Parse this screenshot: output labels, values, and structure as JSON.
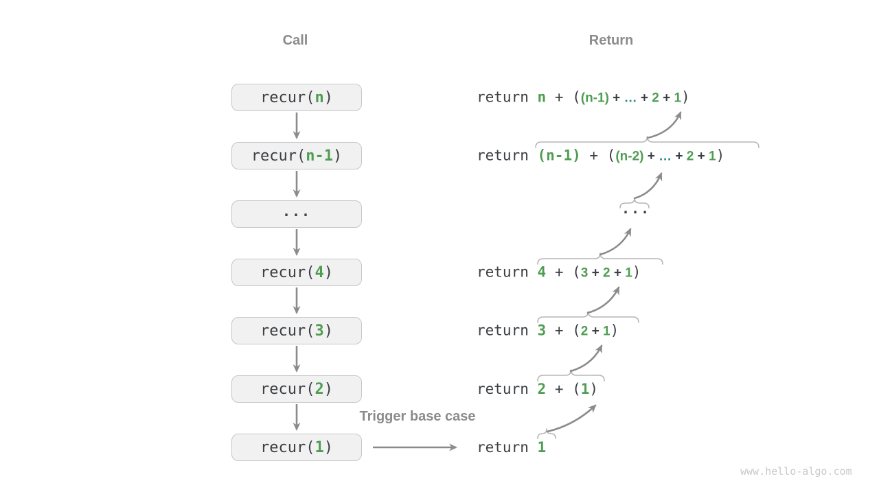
{
  "headers": {
    "call": "Call",
    "return": "Return"
  },
  "labels": {
    "trigger": "Trigger base case"
  },
  "watermark": "www.hello-algo.com",
  "colors": {
    "green": "#4f9d52",
    "teal": "#2d8c89",
    "dark": "#3b3e42",
    "gray": "#8b8b8b",
    "box_bg": "#f1f1f1",
    "box_border": "#c7c7c7",
    "brace": "#b5b5b5",
    "watermark": "#c9c9c9",
    "background": "#ffffff"
  },
  "call_stack": [
    {
      "name": "recur-n",
      "segments": [
        {
          "t": "recur(",
          "c": "mono"
        },
        {
          "t": "n",
          "c": "mono-green"
        },
        {
          "t": ")",
          "c": "mono"
        }
      ]
    },
    {
      "name": "recur-n-1",
      "segments": [
        {
          "t": "recur(",
          "c": "mono"
        },
        {
          "t": "n-1",
          "c": "mono-green"
        },
        {
          "t": ")",
          "c": "mono"
        }
      ]
    },
    {
      "name": "ellipsis",
      "segments": [
        {
          "t": "...",
          "c": "mono-dots"
        }
      ]
    },
    {
      "name": "recur-4",
      "segments": [
        {
          "t": "recur(",
          "c": "mono"
        },
        {
          "t": "4",
          "c": "mono-green"
        },
        {
          "t": ")",
          "c": "mono"
        }
      ]
    },
    {
      "name": "recur-3",
      "segments": [
        {
          "t": "recur(",
          "c": "mono"
        },
        {
          "t": "3",
          "c": "mono-green"
        },
        {
          "t": ")",
          "c": "mono"
        }
      ]
    },
    {
      "name": "recur-2",
      "segments": [
        {
          "t": "recur(",
          "c": "mono"
        },
        {
          "t": "2",
          "c": "mono-green"
        },
        {
          "t": ")",
          "c": "mono"
        }
      ]
    },
    {
      "name": "recur-1",
      "segments": [
        {
          "t": "recur(",
          "c": "mono"
        },
        {
          "t": "1",
          "c": "mono-green"
        },
        {
          "t": ")",
          "c": "mono"
        }
      ]
    }
  ],
  "return_lines": [
    {
      "name": "return-n",
      "segments": [
        {
          "t": "return ",
          "c": "mono"
        },
        {
          "t": "n",
          "c": "mono-green"
        },
        {
          "t": " + (",
          "c": "mono"
        },
        {
          "t": "(n-1)",
          "c": "sans-green"
        },
        {
          "t": " + ",
          "c": "sans"
        },
        {
          "t": "…",
          "c": "sans-teal"
        },
        {
          "t": " + ",
          "c": "sans"
        },
        {
          "t": "2",
          "c": "sans-green"
        },
        {
          "t": " + ",
          "c": "sans"
        },
        {
          "t": "1",
          "c": "sans-green"
        },
        {
          "t": ")",
          "c": "mono"
        }
      ]
    },
    {
      "name": "return-n-1",
      "segments": [
        {
          "t": "return ",
          "c": "mono"
        },
        {
          "t": "(n-1)",
          "c": "mono-green"
        },
        {
          "t": " + (",
          "c": "mono"
        },
        {
          "t": "(n-2)",
          "c": "sans-green"
        },
        {
          "t": " + ",
          "c": "sans"
        },
        {
          "t": "…",
          "c": "sans-teal"
        },
        {
          "t": " + ",
          "c": "sans"
        },
        {
          "t": "2",
          "c": "sans-green"
        },
        {
          "t": " + ",
          "c": "sans"
        },
        {
          "t": "1",
          "c": "sans-green"
        },
        {
          "t": ")",
          "c": "mono"
        }
      ]
    },
    {
      "name": "ellipsis",
      "segments": [
        {
          "t": "...",
          "c": "mono-dots"
        }
      ]
    },
    {
      "name": "return-4",
      "segments": [
        {
          "t": "return ",
          "c": "mono"
        },
        {
          "t": "4",
          "c": "mono-green"
        },
        {
          "t": " + (",
          "c": "mono"
        },
        {
          "t": "3",
          "c": "sans-green"
        },
        {
          "t": " + ",
          "c": "sans"
        },
        {
          "t": "2",
          "c": "sans-green"
        },
        {
          "t": " + ",
          "c": "sans"
        },
        {
          "t": "1",
          "c": "sans-green"
        },
        {
          "t": ")",
          "c": "mono"
        }
      ]
    },
    {
      "name": "return-3",
      "segments": [
        {
          "t": "return ",
          "c": "mono"
        },
        {
          "t": "3",
          "c": "mono-green"
        },
        {
          "t": " + (",
          "c": "mono"
        },
        {
          "t": "2",
          "c": "sans-green"
        },
        {
          "t": " + ",
          "c": "sans"
        },
        {
          "t": "1",
          "c": "sans-green"
        },
        {
          "t": ")",
          "c": "mono"
        }
      ]
    },
    {
      "name": "return-2",
      "segments": [
        {
          "t": "return ",
          "c": "mono"
        },
        {
          "t": "2",
          "c": "mono-green"
        },
        {
          "t": " + (",
          "c": "mono"
        },
        {
          "t": "1",
          "c": "mono-green"
        },
        {
          "t": ")",
          "c": "mono"
        }
      ]
    },
    {
      "name": "return-1",
      "segments": [
        {
          "t": "return ",
          "c": "mono"
        },
        {
          "t": "1",
          "c": "mono-green"
        }
      ]
    }
  ]
}
